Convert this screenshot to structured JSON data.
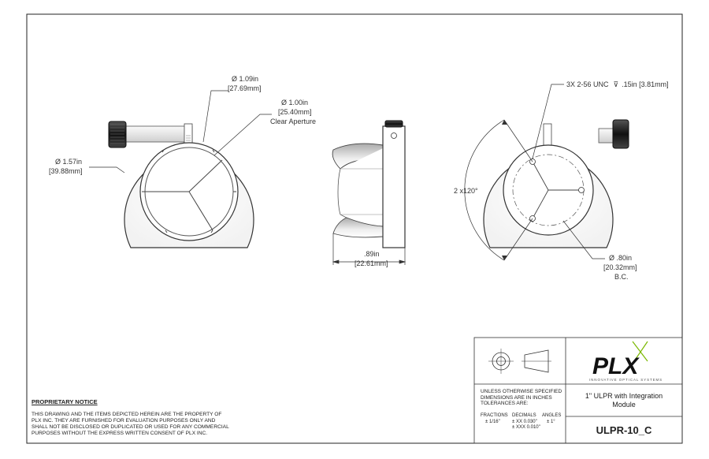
{
  "views": {
    "front": {
      "outer_diameter": {
        "in": "Ø 1.57in",
        "mm": "[39.88mm]"
      },
      "bore_diameter": {
        "in": "Ø 1.09in",
        "mm": "[27.69mm]"
      },
      "clear_aperture": {
        "in": "Ø 1.00in",
        "mm": "[25.40mm]",
        "label": "Clear Aperture"
      }
    },
    "side": {
      "length": {
        "in": ".89in",
        "mm": "[22.61mm]"
      }
    },
    "back": {
      "holes": {
        "text": "3X 2-56 UNC",
        "depth_symbol": "⊽",
        "depth": ".15in [3.81mm]"
      },
      "angle": "2 x120°",
      "bolt_circle": {
        "in": "Ø .80in",
        "mm": "[20.32mm]",
        "label": "B.C."
      }
    }
  },
  "notice": {
    "title": "PROPRIETARY NOTICE",
    "lines": [
      "THIS DRAWING AND THE ITEMS DEPICTED HEREIN ARE THE PROPERTY OF",
      "PLX INC. THEY ARE FURNISHED FOR EVALUATION PURPOSES ONLY AND",
      "SHALL NOT BE DISCLOSED OR DUPLICATED OR USED FOR ANY COMMERCIAL",
      "PURPOSES WITHOUT THE EXPRESS WRITTEN CONSENT OF PLX INC."
    ]
  },
  "title_block": {
    "tolerance_header": [
      "UNLESS OTHERWISE SPECIFIED",
      "DIMENSIONS ARE IN INCHES",
      "TOLERANCES ARE:"
    ],
    "fractions": {
      "label": "FRACTIONS",
      "value": "± 1/16\""
    },
    "decimals": {
      "label": "DECIMALS",
      "xx": "± XX  0.030\"",
      "xxx": "± XXX 0.010\""
    },
    "angles": {
      "label": "ANGLES",
      "value": "± 1°"
    },
    "logo_text": "PLX",
    "logo_tagline": "INNOVATIVE OPTICAL SYSTEMS",
    "description": [
      "1\" ULPR with Integration",
      "Module"
    ],
    "part_number": "ULPR-10_C",
    "colors": {
      "logo_green": "#7ab800",
      "logo_black": "#111111"
    }
  }
}
